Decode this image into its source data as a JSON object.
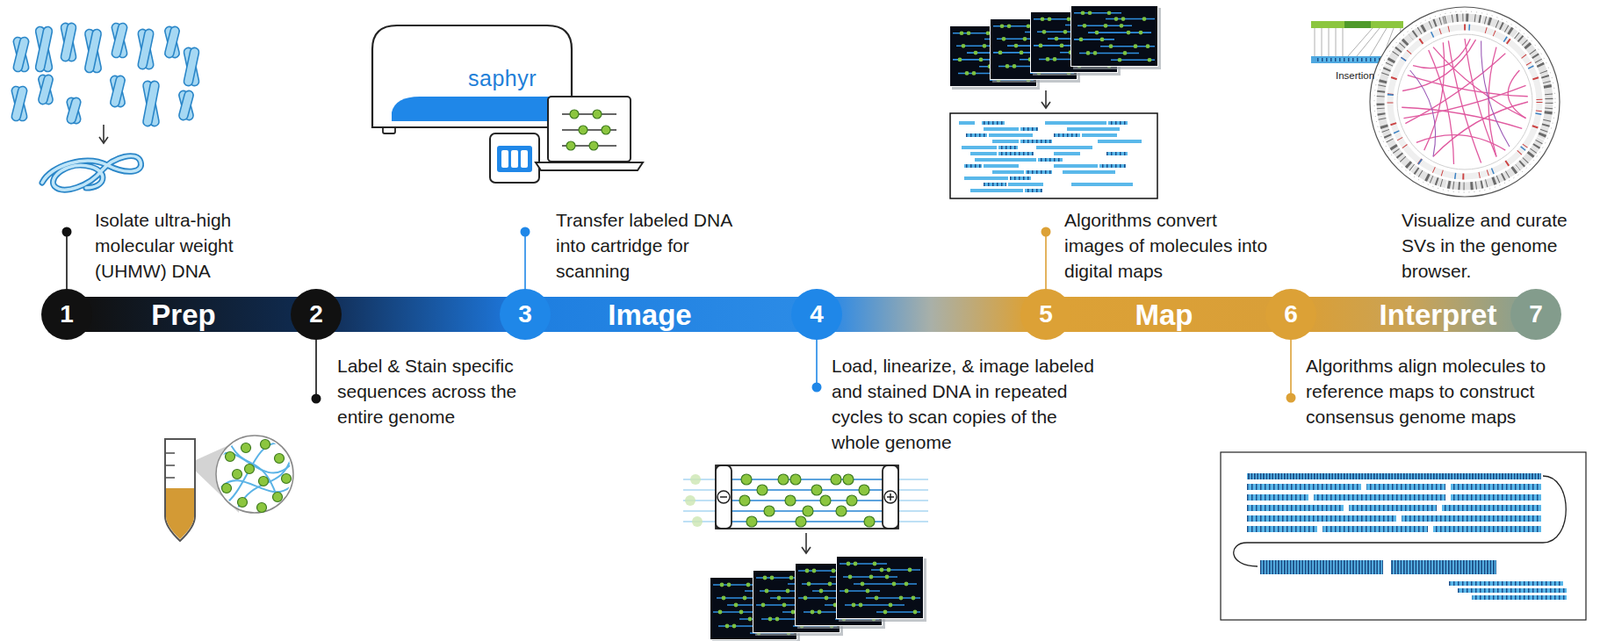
{
  "diagram": {
    "nodes": [
      {
        "text": [
          "1"
        ]
      },
      {
        "text": [
          "2"
        ]
      },
      {
        "text": [
          "3"
        ]
      },
      {
        "text": [
          "4"
        ]
      },
      {
        "text": [
          "5"
        ]
      },
      {
        "text": [
          "6"
        ]
      },
      {
        "text": [
          "7"
        ]
      }
    ],
    "edges": [
      {
        "from": 0,
        "to": 1,
        "label": "Prep",
        "arrow": "none"
      },
      {
        "from": 1,
        "to": 2,
        "arrow": "none"
      },
      {
        "from": 2,
        "to": 3,
        "label": "Image",
        "arrow": "none"
      },
      {
        "from": 3,
        "to": 4,
        "arrow": "none"
      },
      {
        "from": 4,
        "to": 5,
        "label": "Map",
        "arrow": "none"
      },
      {
        "from": 5,
        "to": 6,
        "label": "Interpret",
        "arrow": "none"
      }
    ],
    "labels": [
      "Isolate ultra-high molecular weight (UHMW) DNA",
      "Label & Stain specific sequences across the entire genome",
      "Transfer labeled DNA into cartridge for scanning",
      "Load, linearize, & image labeled and stained DNA in repeated cycles to scan copies of the whole genome",
      "Algorithms convert images of molecules into digital maps",
      "Algorithms align molecules to reference maps to construct consensus genome maps",
      "Visualize and curate SVs in the genome browser.",
      "saphyr",
      "Insertion"
    ]
  }
}
